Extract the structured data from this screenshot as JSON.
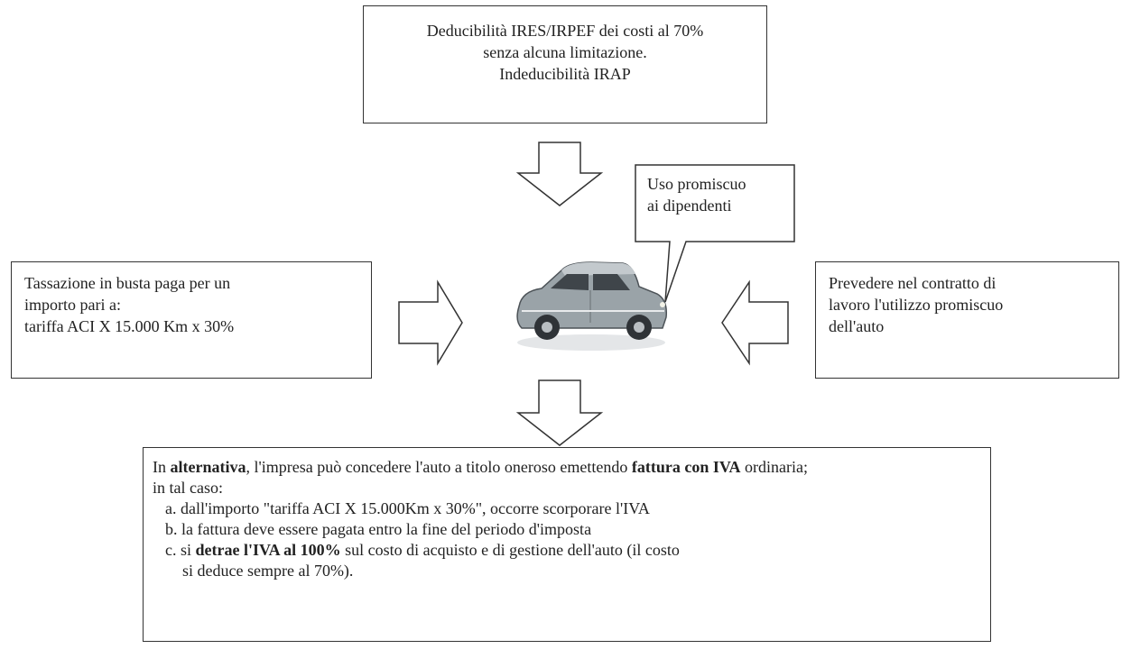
{
  "top_box": {
    "lines": [
      "Deducibilità IRES/IRPEF dei costi al 70%",
      "senza alcuna limitazione.",
      "Indeducibilità IRAP"
    ]
  },
  "callout": {
    "lines": [
      "Uso promiscuo",
      "ai dipendenti"
    ]
  },
  "left_box": {
    "lines": [
      "Tassazione in busta paga per un",
      "importo pari a:",
      "tariffa ACI X 15.000 Km x 30%"
    ]
  },
  "right_box": {
    "lines": [
      "Prevedere nel contratto di",
      "lavoro l'utilizzo promiscuo",
      "dell'auto"
    ]
  },
  "bottom_box": {
    "p1_a": "In ",
    "p1_b": "alternativa",
    "p1_c": ", l'impresa può concedere l'auto a titolo oneroso emettendo ",
    "p1_d": "fattura con IVA",
    "p1_e": " ordinaria;",
    "p2": "in tal caso:",
    "item_a": "a. dall'importo \"tariffa ACI X 15.000Km x 30%\", occorre scorporare l'IVA",
    "item_b": "b. la fattura deve essere pagata entro la fine del periodo d'imposta",
    "item_c_a": "c. si ",
    "item_c_b": "detrae l'IVA al 100%",
    "item_c_c": " sul costo di acquisto e di gestione dell'auto (il costo",
    "item_c_cont": "si deduce sempre al 70%)."
  },
  "colors": {
    "line": "#333333",
    "car_body": "#9aa3a8",
    "car_dark": "#3a3f44"
  },
  "icons": {
    "car": "car-icon",
    "arrow_down": "down-arrow-icon",
    "arrow_right": "right-arrow-icon",
    "arrow_left": "left-arrow-icon"
  }
}
